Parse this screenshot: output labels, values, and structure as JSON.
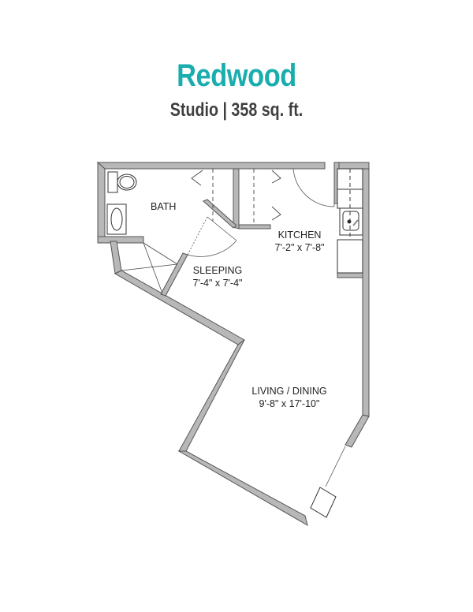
{
  "header": {
    "title": "Redwood",
    "subtitle": "Studio | 358 sq. ft."
  },
  "colors": {
    "title": "#1aadad",
    "subtitle": "#3f3f3f",
    "wall_fill": "#b8b8b8",
    "wall_stroke": "#555555",
    "fixture_stroke": "#444444"
  },
  "rooms": [
    {
      "name": "BATH",
      "dimensions": ""
    },
    {
      "name": "KITCHEN",
      "dimensions": "7'-2\" x 7'-8\""
    },
    {
      "name": "SLEEPING",
      "dimensions": "7'-4\" x 7'-4\""
    },
    {
      "name": "LIVING / DINING",
      "dimensions": "9'-8\" x 17'-10\""
    }
  ],
  "fixtures": [
    "toilet-icon",
    "bathtub-icon",
    "closet-icon",
    "sink-icon",
    "refrigerator-icon",
    "ac-unit-icon"
  ]
}
